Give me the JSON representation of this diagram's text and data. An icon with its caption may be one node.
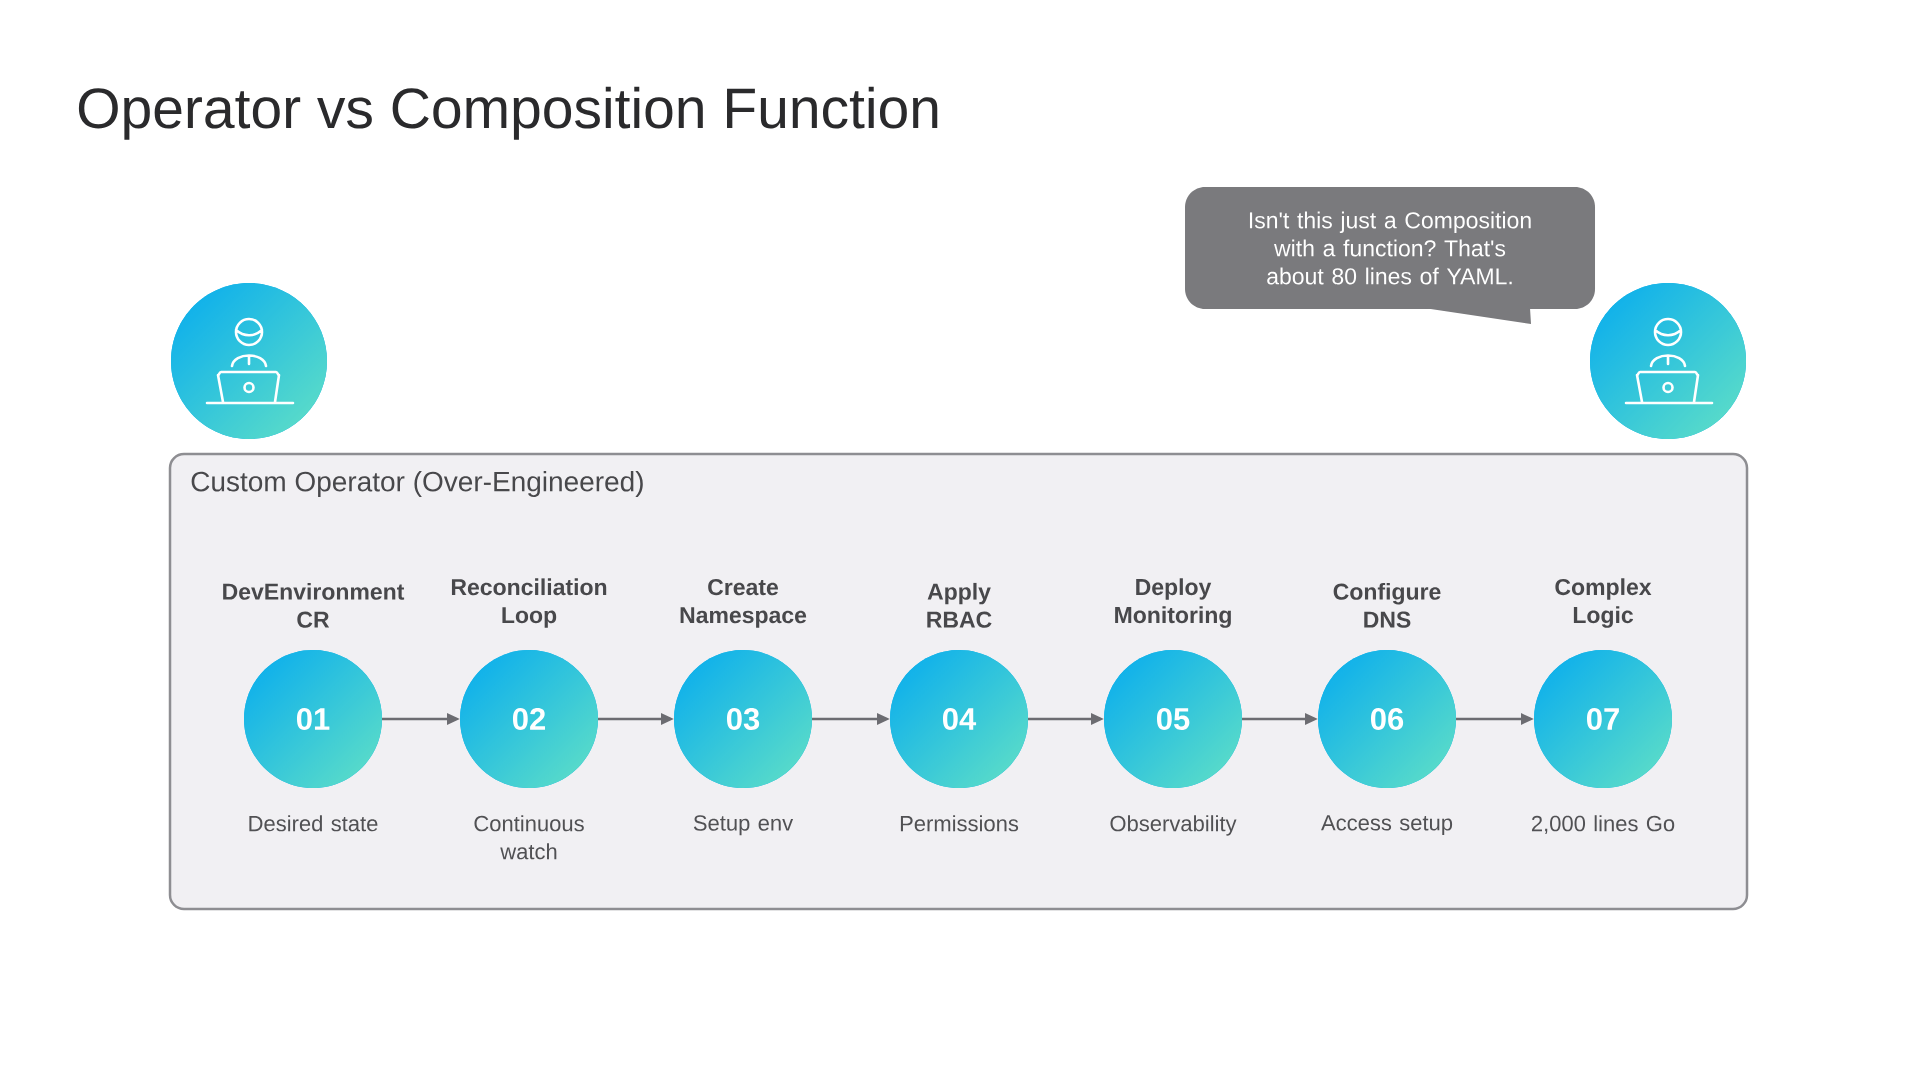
{
  "diagram": {
    "title": "Operator vs Composition Function",
    "nodes": [
      {
        "text": [
          "Isn't this just a Composition with a function? That's about 80 lines of YAML."
        ]
      },
      {
        "text": [],
        "shape": "person"
      },
      {
        "text": [],
        "shape": "person"
      },
      {
        "text": [
          "Custom Operator (Over-Engineered)"
        ]
      },
      {
        "text": [
          "DevEnvironment CR",
          "01",
          "Desired state"
        ],
        "in": 3
      },
      {
        "text": [
          "Reconciliation Loop",
          "02",
          "Continuous watch"
        ],
        "in": 3
      },
      {
        "text": [
          "Create Namespace",
          "03",
          "Setup env"
        ],
        "in": 3
      },
      {
        "text": [
          "Apply RBAC",
          "04",
          "Permissions"
        ],
        "in": 3
      },
      {
        "text": [
          "Deploy Monitoring",
          "05",
          "Observability"
        ],
        "in": 3
      },
      {
        "text": [
          "Configure DNS",
          "06",
          "Access setup"
        ],
        "in": 3
      },
      {
        "text": [
          "Complex Logic",
          "07",
          "2,000 lines Go"
        ],
        "in": 3
      }
    ],
    "edges": [
      {
        "from": 4,
        "to": 5,
        "arrow": "to"
      },
      {
        "from": 5,
        "to": 6,
        "arrow": "to"
      },
      {
        "from": 6,
        "to": 7,
        "arrow": "to"
      },
      {
        "from": 7,
        "to": 8,
        "arrow": "to"
      },
      {
        "from": 8,
        "to": 9,
        "arrow": "to"
      },
      {
        "from": 9,
        "to": 10,
        "arrow": "to"
      }
    ]
  }
}
